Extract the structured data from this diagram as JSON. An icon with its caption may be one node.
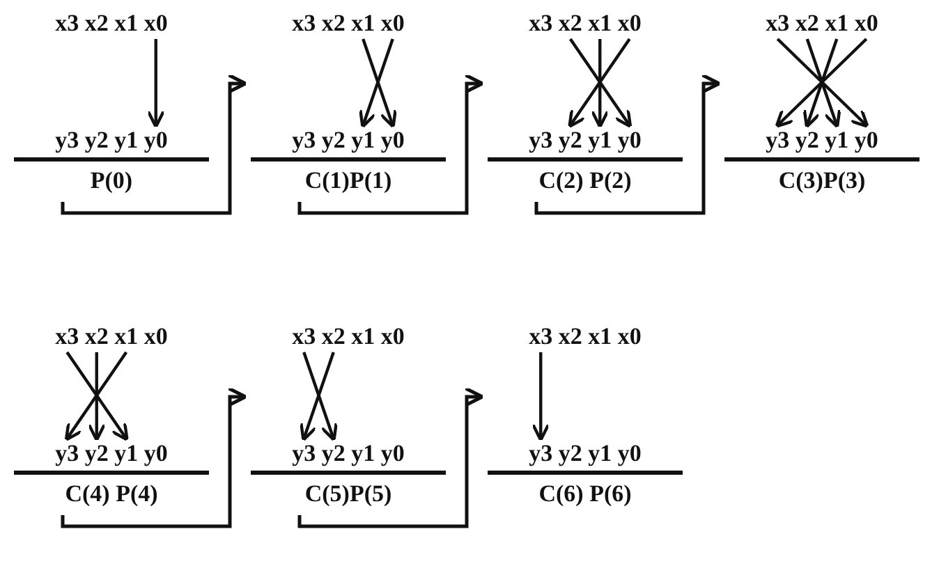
{
  "diagram": {
    "nodes": [
      {
        "text": [
          "x3 x2 x1 x0",
          "y3 y2 y1 y0",
          "P(0)"
        ]
      },
      {
        "text": [
          "x3 x2 x1 x0",
          "y3 y2 y1 y0",
          "C(1)P(1)"
        ]
      },
      {
        "text": [
          "x3 x2 x1 x0",
          "y3 y2 y1 y0",
          "C(2) P(2)"
        ]
      },
      {
        "text": [
          "x3 x2 x1 x0",
          "y3 y2 y1 y0",
          "C(3)P(3)"
        ]
      },
      {
        "text": [
          "x3 x2 x1 x0",
          "y3 y2 y1 y0",
          "C(4) P(4)"
        ]
      },
      {
        "text": [
          "x3 x2 x1 x0",
          "y3 y2 y1 y0",
          "C(5)P(5)"
        ]
      },
      {
        "text": [
          "x3 x2 x1 x0",
          "y3 y2 y1 y0",
          "C(6) P(6)"
        ]
      }
    ],
    "edges": [
      {
        "from": 0,
        "to": 1,
        "arrow": "to"
      },
      {
        "from": 1,
        "to": 2,
        "arrow": "to"
      },
      {
        "from": 2,
        "to": 3,
        "arrow": "to"
      },
      {
        "from": 4,
        "to": 5,
        "arrow": "to"
      },
      {
        "from": 5,
        "to": 6,
        "arrow": "to"
      }
    ]
  }
}
